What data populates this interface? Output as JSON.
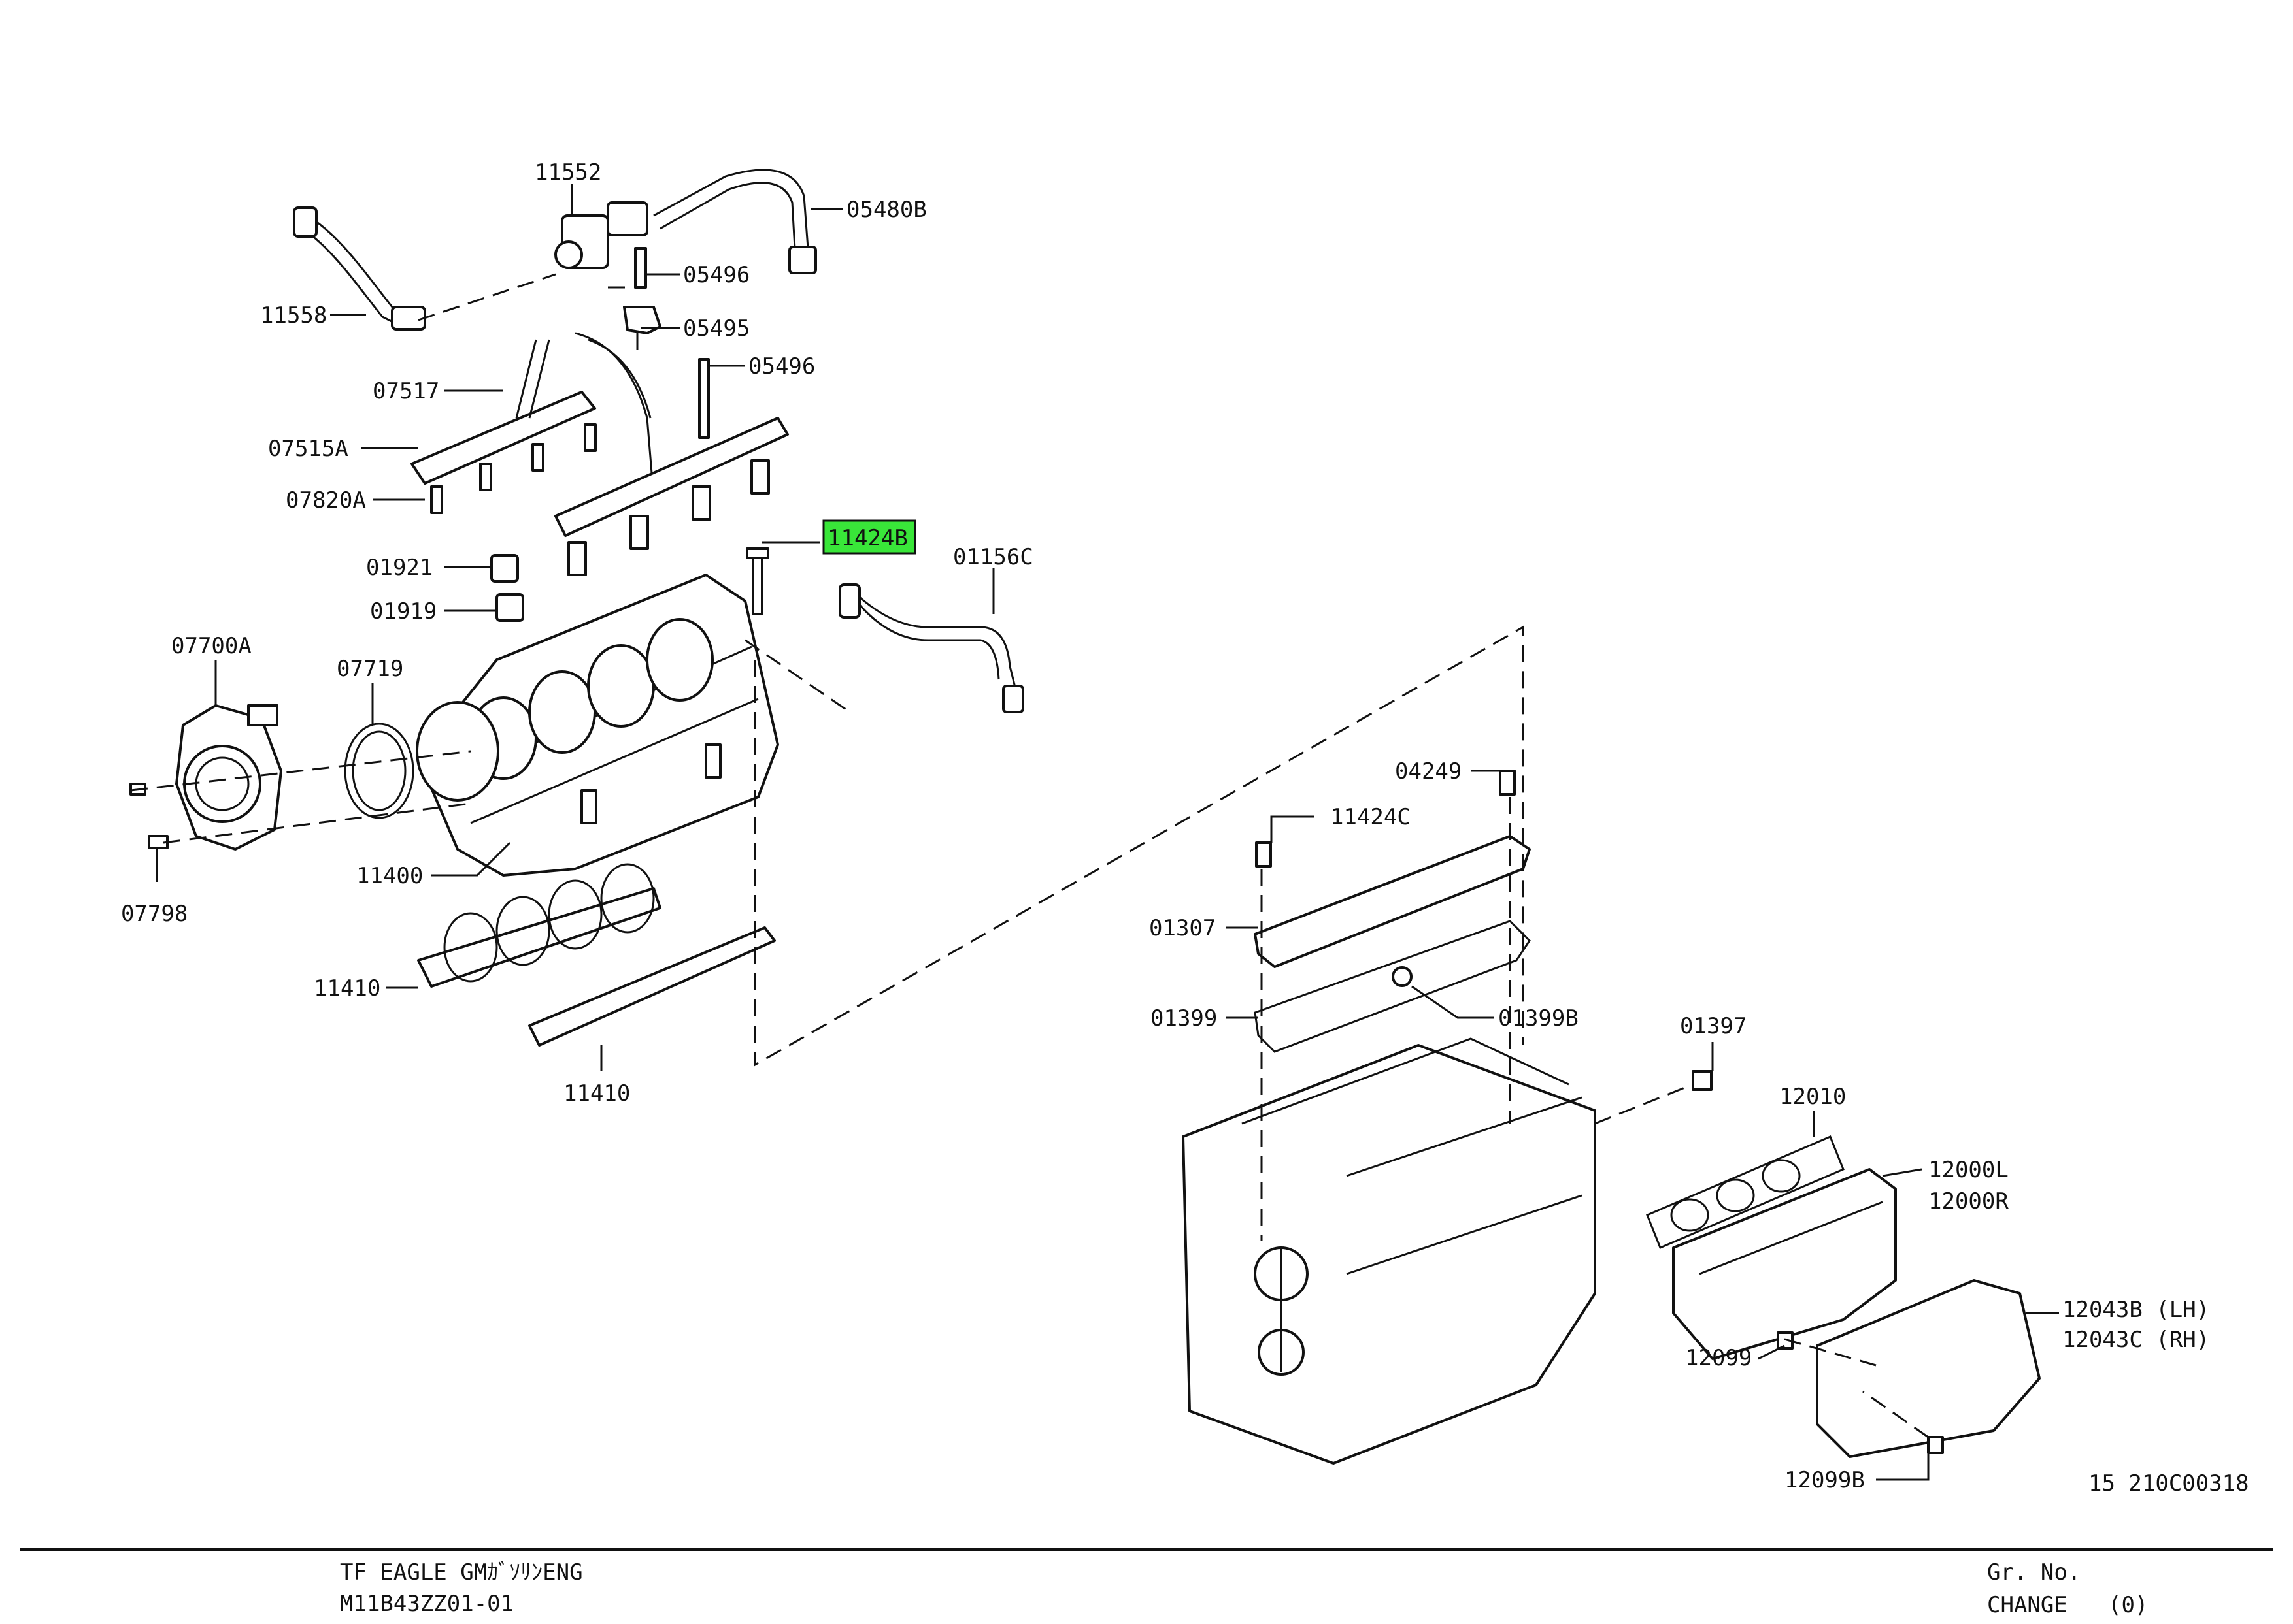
{
  "callouts": [
    {
      "id": "11552",
      "label": "11552"
    },
    {
      "id": "05480B",
      "label": "05480B"
    },
    {
      "id": "05496a",
      "label": "05496"
    },
    {
      "id": "11558",
      "label": "11558"
    },
    {
      "id": "05495",
      "label": "05495"
    },
    {
      "id": "05496b",
      "label": "05496"
    },
    {
      "id": "07517",
      "label": "07517"
    },
    {
      "id": "07515A",
      "label": "07515A"
    },
    {
      "id": "07820A",
      "label": "07820A"
    },
    {
      "id": "11424B",
      "label": "11424B",
      "highlight": true
    },
    {
      "id": "01156C",
      "label": "01156C"
    },
    {
      "id": "01921",
      "label": "01921"
    },
    {
      "id": "01919",
      "label": "01919"
    },
    {
      "id": "07700A",
      "label": "07700A"
    },
    {
      "id": "07719",
      "label": "07719"
    },
    {
      "id": "04249",
      "label": "04249"
    },
    {
      "id": "11424C",
      "label": "11424C"
    },
    {
      "id": "11400",
      "label": "11400"
    },
    {
      "id": "07798",
      "label": "07798"
    },
    {
      "id": "01307",
      "label": "01307"
    },
    {
      "id": "11410a",
      "label": "11410"
    },
    {
      "id": "01399",
      "label": "01399"
    },
    {
      "id": "01399B",
      "label": "01399B"
    },
    {
      "id": "01397",
      "label": "01397"
    },
    {
      "id": "11410b",
      "label": "11410"
    },
    {
      "id": "12010",
      "label": "12010"
    },
    {
      "id": "12000L",
      "label": "12000L"
    },
    {
      "id": "12000R",
      "label": "12000R"
    },
    {
      "id": "12043B",
      "label": "12043B (LH)"
    },
    {
      "id": "12043C",
      "label": "12043C (RH)"
    },
    {
      "id": "12099",
      "label": "12099"
    },
    {
      "id": "12099B",
      "label": "12099B"
    }
  ],
  "illustration_code": "15 210C00318",
  "footer": {
    "model": "TF EAGLE GMｶﾞｿﾘﾝENG",
    "code": "M11B43ZZ01-01",
    "group_label": "Gr. No.",
    "change_label": "CHANGE",
    "change_value": "(0)"
  },
  "colors": {
    "highlight": "#39e639",
    "ink": "#111111",
    "background": "#ffffff"
  }
}
